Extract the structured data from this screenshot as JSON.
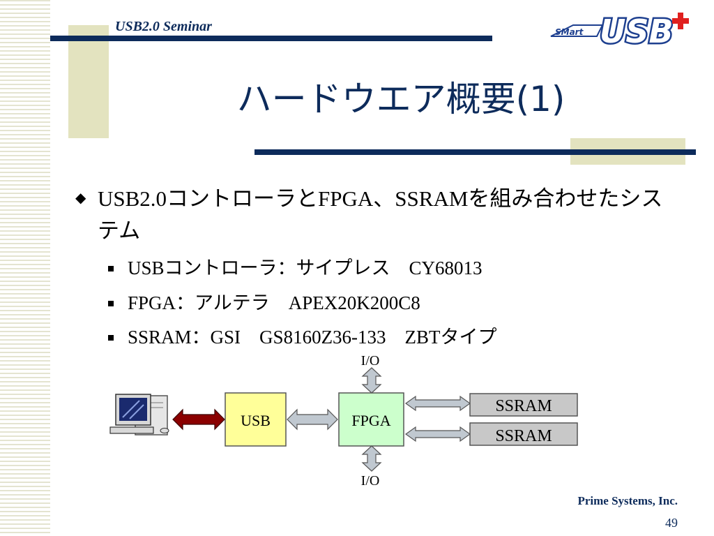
{
  "header": {
    "seminar": "USB2.0 Seminar",
    "logo_text": "USB+"
  },
  "title": "ハードウエア概要(1)",
  "bullets": {
    "main": "USB2.0コントローラとFPGA、SSRAMを組み合わせたシステム",
    "sub": [
      "USBコントローラ：サイプレス　CY68013",
      "FPGA：アルテラ　APEX20K200C8",
      "SSRAM：GSI　GS8160Z36-133　ZBTタイプ"
    ]
  },
  "diagram": {
    "usb": "USB",
    "fpga": "FPGA",
    "ssram1": "SSRAM",
    "ssram2": "SSRAM",
    "io_top": "I/O",
    "io_bottom": "I/O",
    "colors": {
      "usb_fill": "#ffff99",
      "fpga_fill": "#ccffcc",
      "ssram_fill": "#c8c8c8",
      "host_arrow": "#8b0000"
    }
  },
  "footer": {
    "company": "Prime Systems, Inc.",
    "page": "49"
  }
}
